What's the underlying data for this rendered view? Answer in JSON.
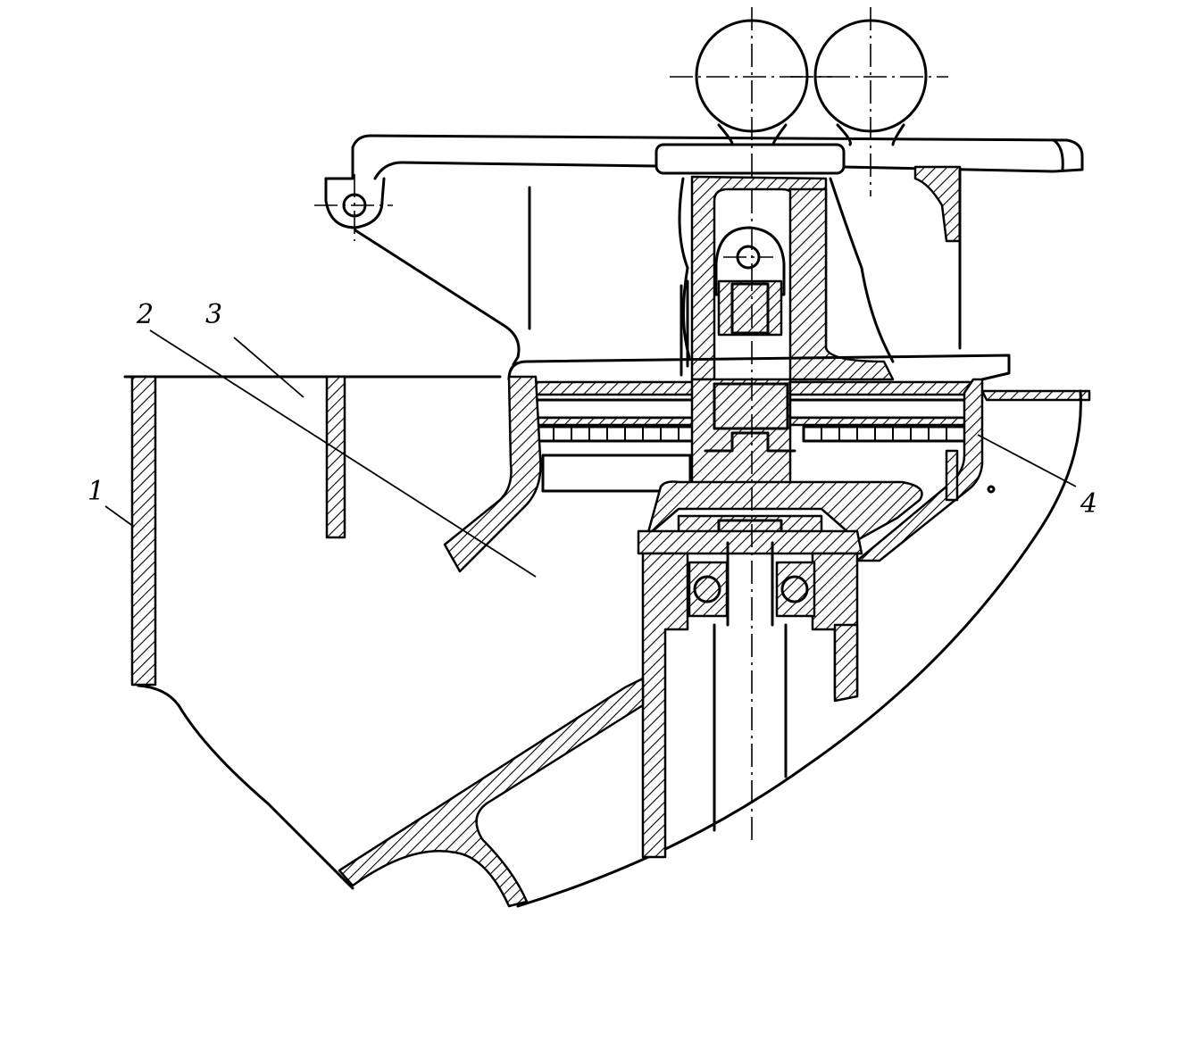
{
  "figure": {
    "callouts": [
      {
        "id": "1",
        "text": "1"
      },
      {
        "id": "2",
        "text": "2"
      },
      {
        "id": "3",
        "text": "3"
      },
      {
        "id": "4",
        "text": "4"
      }
    ],
    "colors": {
      "ink": "#000000",
      "paper": "#ffffff"
    }
  }
}
